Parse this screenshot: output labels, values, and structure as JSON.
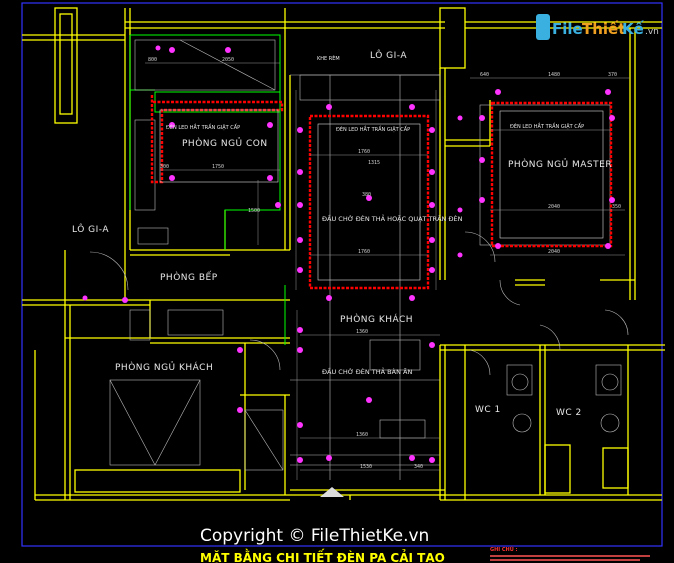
{
  "rooms": {
    "logia_top": "LÔ GI-A",
    "khe_rem": "KHE RÈM",
    "logia_left": "LÔ GI-A",
    "phong_ngu_con": "PHÒNG NGỦ CON",
    "phong_ngu_master": "PHÒNG NGỦ MASTER",
    "phong_bep": "PHÒNG BẾP",
    "phong_khach": "PHÒNG KHÁCH",
    "phong_ngu_khach": "PHÒNG NGỦ KHÁCH",
    "wc1": "WC 1",
    "wc2": "WC 2"
  },
  "annotations": {
    "den_tha_quat": "ĐẦU CHỜ ĐÈN THẢ HOẶC QUẠT TRẦN ĐÈN",
    "den_tha_ban_an": "ĐẦU CHỜ ĐÈN THẢ BÀN ĂN",
    "led_con": "ĐÈN LED HẮT TRẦN GIẬT CẤP",
    "led_khach": "ĐÈN LED HẮT TRẦN GIẬT CẤP",
    "led_master": "ĐÈN LED HẮT TRẦN GIẬT CẤP",
    "ghi_chu": "GHI CHÚ :"
  },
  "dims": {
    "d800": "800",
    "d2050": "2050",
    "d300": "300",
    "d1750": "1750",
    "d1500": "1500",
    "d1760a": "1760",
    "d1760b": "1760",
    "d380": "380",
    "d1315": "1315",
    "d640": "640",
    "d1480": "1480",
    "d370": "370",
    "d2040a": "2040",
    "d2040b": "2040",
    "d350": "350",
    "d1360a": "1360",
    "d1360b": "1360",
    "d340": "340",
    "d1530": "1530"
  },
  "title": "MẶT BẰNG CHI TIẾT ĐÈN PA CẢI TẠO",
  "watermark": "Copyright © FileThietKe.vn",
  "logo": {
    "file": "File",
    "thiet": "Thiết",
    "ke": "Kế",
    "vn": ".vn"
  },
  "colors": {
    "wall": "#ffff00",
    "green": "#00ff00",
    "red": "#ff0000",
    "magenta": "#ff33ff",
    "frame": "#3333ff"
  }
}
